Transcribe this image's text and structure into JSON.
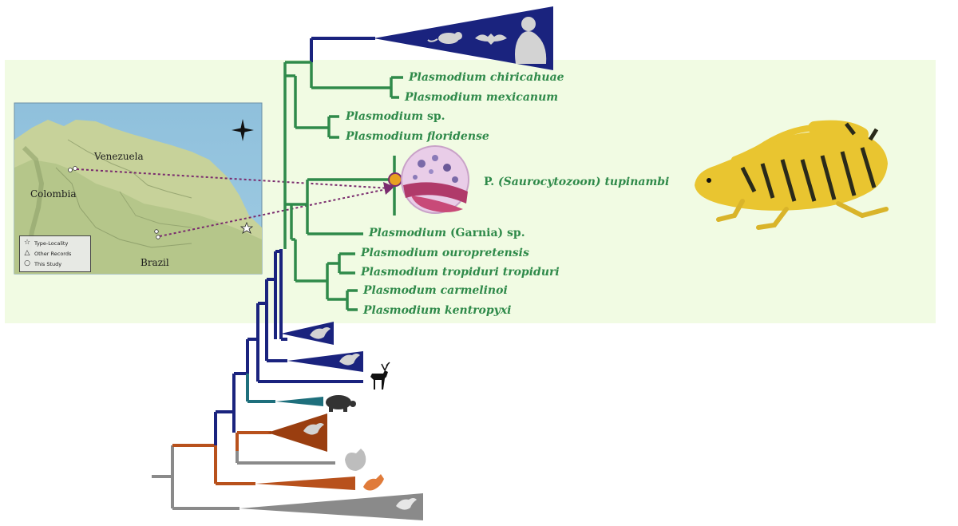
{
  "map": {
    "labels": {
      "venezuela": "Venezuela",
      "colombia": "Colombia",
      "brazil": "Brazil"
    },
    "legend": {
      "type_locality": "Type-Locality",
      "other_records": "Other Records",
      "this_study": "This Study"
    }
  },
  "taxa": {
    "chiricahuae": "Plasmodium chiricahuae",
    "mexicanum": "Plasmodium mexicanum",
    "sp_genus": "Plasmodium",
    "sp_suffix": "sp.",
    "floridense": "Plasmodium floridense",
    "garnia_genus": "Plasmodium",
    "garnia_subgenus": "(Garnia)",
    "garnia_suffix": "sp.",
    "ouropretensis": "Plasmodium ouropretensis",
    "tropiduri": "Plasmodium tropiduri tropiduri",
    "carmelinoi": "Plasmodum carmelinoi",
    "kentropyxi": "Plasmodium kentropyxi",
    "tupinambi_prefix": "P.",
    "tupinambi_subgenus": "(Saurocytozoon)",
    "tupinambi_species": "tupinambi"
  },
  "colors": {
    "highlight_background": "#f1fbe3",
    "lizard_clade": "#2f8a4a",
    "mammal_bird_clade": "#1a237e",
    "turtle_clade": "#1e6f7c",
    "orange_clade": "#b8511c",
    "gray_clade": "#8a8a8a",
    "connector": "#7a2b6e"
  },
  "icons": [
    "rodent-icon",
    "bat-icon",
    "primate-icon",
    "bird-icon",
    "deer-icon",
    "turtle-icon",
    "chicken-icon",
    "star-icon",
    "compass-icon",
    "lizard-illustration",
    "blood-cell-micrograph"
  ]
}
